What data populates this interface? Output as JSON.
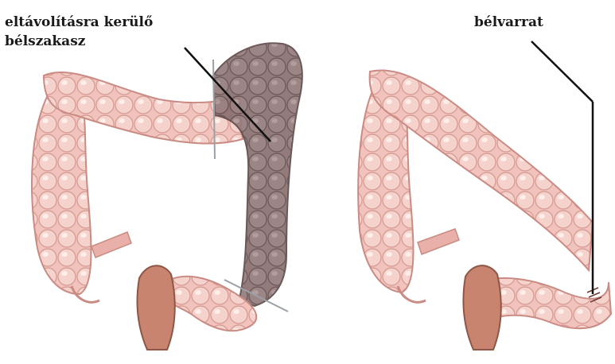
{
  "labels": {
    "removed_segment_line1": "eltávolításra kerülő",
    "removed_segment_line2": "bélszakasz",
    "suture": "bélvarrat"
  },
  "colors": {
    "bowel_fill": "#f2c3bd",
    "bowel_stroke": "#c98b83",
    "bowel_highlight": "#fbe3df",
    "removed_tint": "#7d6464",
    "rectum": "#c8846e",
    "pointer_line": "#111111"
  },
  "figures": [
    {
      "name": "before-resection",
      "highlighted_segment": "descending-colon"
    },
    {
      "name": "after-resection",
      "anastomosis": true
    }
  ]
}
